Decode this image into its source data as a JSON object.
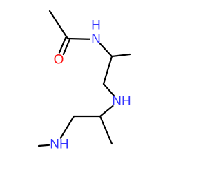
{
  "molecule": {
    "colors": {
      "bond": "#000000",
      "nitrogen": "#3333ff",
      "oxygen": "#ff0d0d"
    },
    "atoms": [
      {
        "id": "c_acetyl_methyl",
        "element": "C",
        "label": ""
      },
      {
        "id": "c_carbonyl",
        "element": "C",
        "label": ""
      },
      {
        "id": "o_carbonyl",
        "element": "O",
        "label": "O"
      },
      {
        "id": "n_amide",
        "element": "N",
        "label": "N",
        "h_label": "H"
      },
      {
        "id": "c_ch1",
        "element": "C",
        "label": ""
      },
      {
        "id": "c_methyl1",
        "element": "C",
        "label": ""
      },
      {
        "id": "c_ch2_1",
        "element": "C",
        "label": ""
      },
      {
        "id": "n_amine_center",
        "element": "N",
        "label": "NH"
      },
      {
        "id": "c_ch2",
        "element": "C",
        "label": ""
      },
      {
        "id": "c_methyl2",
        "element": "C",
        "label": ""
      },
      {
        "id": "c_ch2_2",
        "element": "C",
        "label": ""
      },
      {
        "id": "n_amine_terminal",
        "element": "N",
        "label": "NH"
      },
      {
        "id": "c_n_methyl",
        "element": "C",
        "label": ""
      }
    ],
    "bonds": [
      {
        "from": "c_acetyl_methyl",
        "to": "c_carbonyl",
        "order": 1
      },
      {
        "from": "c_carbonyl",
        "to": "o_carbonyl",
        "order": 2
      },
      {
        "from": "c_carbonyl",
        "to": "n_amide",
        "order": 1
      },
      {
        "from": "n_amide",
        "to": "c_ch1",
        "order": 1
      },
      {
        "from": "c_ch1",
        "to": "c_methyl1",
        "order": 1
      },
      {
        "from": "c_ch1",
        "to": "c_ch2_1",
        "order": 1
      },
      {
        "from": "c_ch2_1",
        "to": "n_amine_center",
        "order": 1
      },
      {
        "from": "n_amine_center",
        "to": "c_ch2",
        "order": 1
      },
      {
        "from": "c_ch2",
        "to": "c_methyl2",
        "order": 1
      },
      {
        "from": "c_ch2",
        "to": "c_ch2_2",
        "order": 1
      },
      {
        "from": "c_ch2_2",
        "to": "n_amine_terminal",
        "order": 1
      },
      {
        "from": "n_amine_terminal",
        "to": "c_n_methyl",
        "order": 1
      }
    ]
  }
}
